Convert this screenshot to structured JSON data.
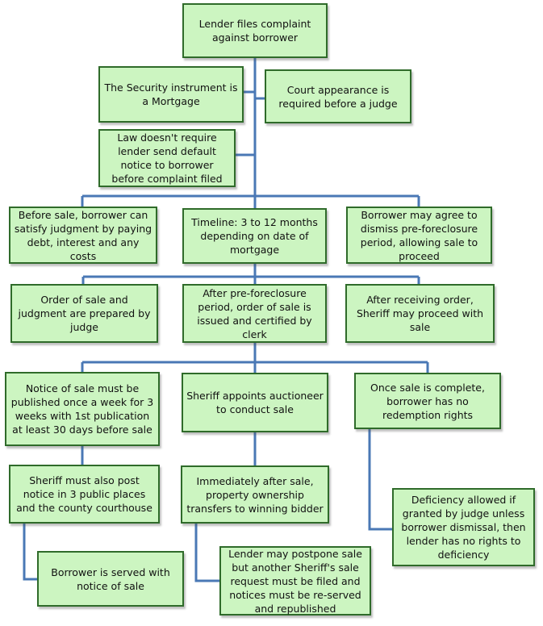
{
  "boxes": {
    "complaint": "Lender files complaint against borrower",
    "security": "The Security  instrument is a Mortgage",
    "court": "Court appearance is required before a judge",
    "law": "Law doesn't require lender send default notice to borrower before complaint filed",
    "before_sale": "Before sale, borrower can satisfy judgment by paying debt, interest and any costs",
    "timeline": "Timeline: 3 to 12 months depending on date of mortgage",
    "borrower_agree": "Borrower may agree to dismiss pre-foreclosure period, allowing sale to proceed",
    "order_sale": "Order of sale and judgment are prepared by judge",
    "after_pre": "After pre-foreclosure period, order of sale is issued and certified by clerk",
    "after_receiving": "After receiving order, Sheriff may proceed with sale",
    "notice_sale": "Notice of sale must be published once a week for 3 weeks with 1st publication at least 30 days before sale",
    "sheriff_appoints": "Sheriff appoints auctioneer to conduct sale",
    "once_sale": "Once sale is complete, borrower has no redemption rights",
    "sheriff_post": "Sheriff must also post notice in 3 public places and the county courthouse",
    "immediately": "Immediately after sale, property ownership transfers to winning bidder",
    "deficiency": "Deficiency allowed if granted by judge unless borrower dismissal, then lender has no rights to deficiency",
    "borrower_served": "Borrower is served with notice of sale",
    "lender_postpone": "Lender may postpone  sale but another Sheriff's sale request must be filed and notices must be re-served and republished"
  },
  "colors": {
    "box_fill": "#ccf5c1",
    "box_border": "#2f6b2a",
    "connector": "#4a78b5"
  }
}
